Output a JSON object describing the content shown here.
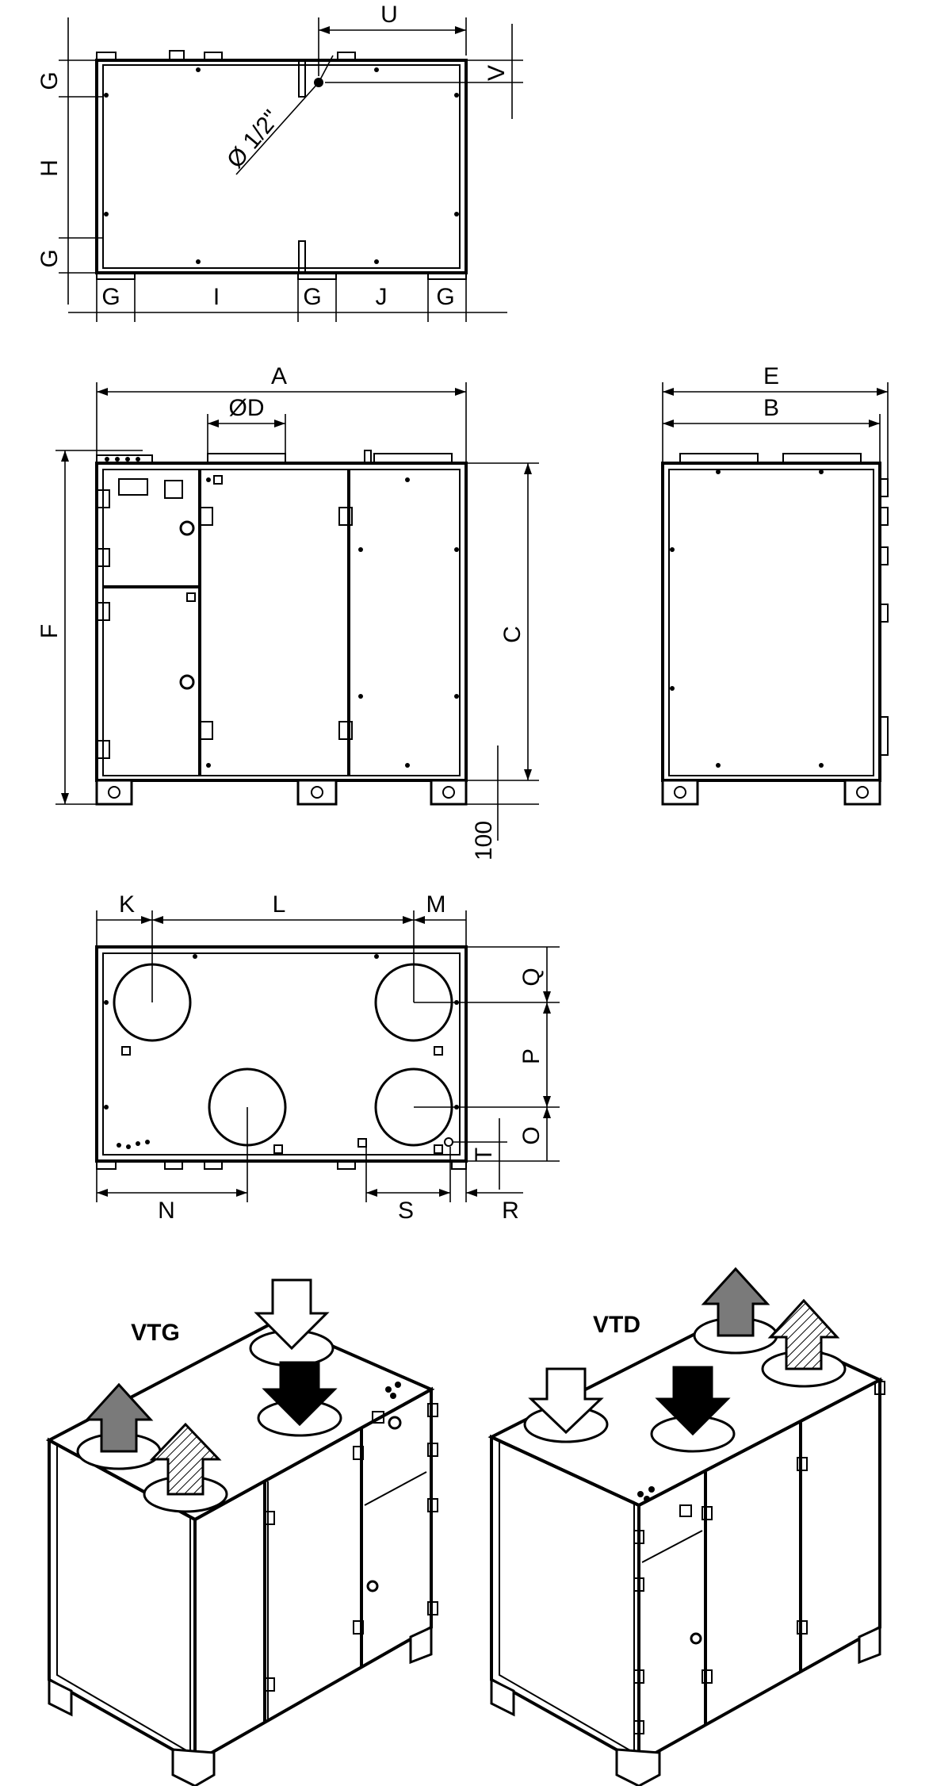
{
  "top_view": {
    "labels": {
      "U": "U",
      "V": "V",
      "G": "G",
      "H": "H",
      "I": "I",
      "J": "J",
      "pipe": "Ø 1/2\""
    }
  },
  "front_view": {
    "labels": {
      "A": "A",
      "D": "ØD",
      "F": "F",
      "C": "C",
      "foot": "100"
    }
  },
  "side_view": {
    "labels": {
      "E": "E",
      "B": "B"
    }
  },
  "plan_view": {
    "labels": {
      "K": "K",
      "L": "L",
      "M": "M",
      "Q": "Q",
      "P": "P",
      "O": "O",
      "T": "T",
      "N": "N",
      "S": "S",
      "R": "R"
    }
  },
  "iso_views": {
    "left_title": "VTG",
    "right_title": "VTD",
    "arrow_colors": {
      "white": "#ffffff",
      "black": "#000000",
      "grey": "#7a7a7a",
      "hatched": "hatched"
    }
  }
}
